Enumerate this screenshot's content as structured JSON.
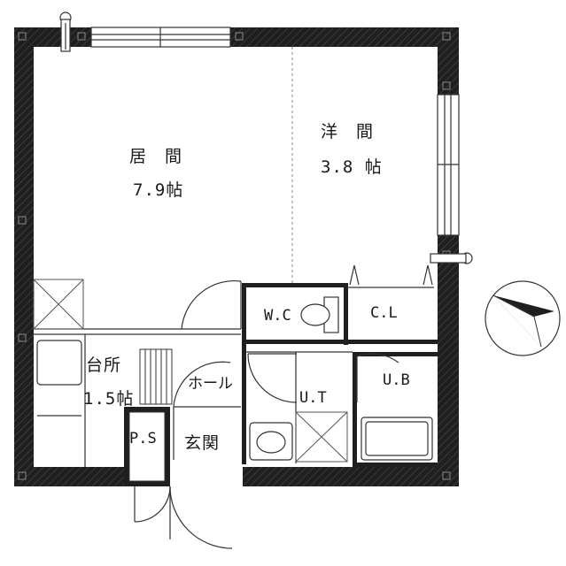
{
  "rooms": {
    "living_name": "居　間",
    "living_size": "7.9帖",
    "western_name": "洋　間",
    "western_size": "3.8 帖",
    "kitchen_name": "台所",
    "kitchen_size": "1.5帖",
    "hall": "ホール",
    "entrance": "玄関",
    "ps": "P.S",
    "wc": "W.C",
    "cl": "C.L",
    "ut": "U.T",
    "ub": "U.B"
  },
  "colors": {
    "wall": "#1f1f1f",
    "line": "#333333",
    "thin": "#666666"
  },
  "icons": {
    "compass": "north-arrow-icon"
  }
}
